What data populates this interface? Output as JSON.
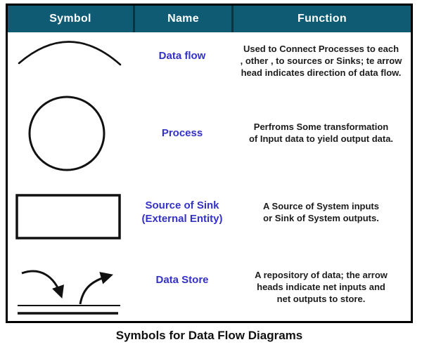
{
  "table": {
    "headers": [
      "Symbol",
      "Name",
      "Function"
    ],
    "rows": [
      {
        "symbol_icon": "data-flow-arc-icon",
        "name_lines": [
          "Data flow"
        ],
        "function_lines": [
          "Used to Connect Processes to each",
          ", other , to sources or Sinks; te arrow",
          "head indicates direction of data flow."
        ]
      },
      {
        "symbol_icon": "process-circle-icon",
        "name_lines": [
          "Process"
        ],
        "function_lines": [
          "Perfroms Some transformation",
          "of Input data to yield output data."
        ]
      },
      {
        "symbol_icon": "external-entity-rectangle-icon",
        "name_lines": [
          "Source of Sink",
          "(External Entity)"
        ],
        "function_lines": [
          "A Source of System inputs",
          "or Sink of System outputs."
        ]
      },
      {
        "symbol_icon": "data-store-arrows-icon",
        "name_lines": [
          "Data Store"
        ],
        "function_lines": [
          "A repository of data; the arrow",
          "heads indicate net inputs and",
          "net outputs to store."
        ]
      }
    ]
  },
  "caption": "Symbols for Data Flow Diagrams",
  "colors": {
    "header_bg": "#0e5b73",
    "header_divider": "#0b3440",
    "header_text": "#ffffff",
    "name_text": "#3431c6",
    "body_text": "#1c1c1c",
    "table_border": "#000000",
    "page_bg": "#ffffff"
  }
}
